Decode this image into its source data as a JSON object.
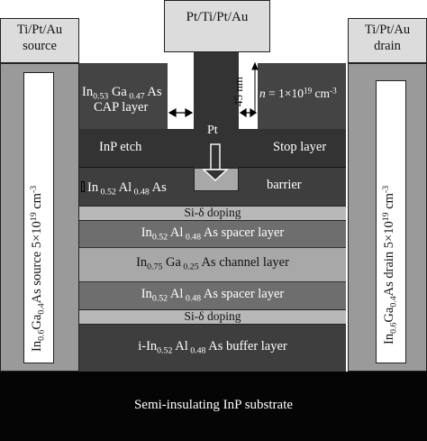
{
  "contacts": {
    "gate_label": "Pt/Ti/Pt/Au",
    "source_label_line1": "Ti/Pt/Au",
    "source_label_line2": "source",
    "drain_label_line1": "Ti/Pt/Au",
    "drain_label_line2": "drain"
  },
  "source_vertical": {
    "p1": "In",
    "s1": "0.6",
    "p2": "Ga",
    "s2": "0.4",
    "p3": "As source 5×10",
    "sup": "19",
    "p4": " cm",
    "sup2": "-3"
  },
  "drain_vertical": {
    "p1": "In",
    "s1": "0.6",
    "p2": "Ga",
    "s2": "0.4",
    "p3": "As drain 5×10",
    "sup": "19",
    "p4": " cm",
    "sup2": "-3"
  },
  "cap": {
    "p1": "In",
    "s1": "0.53",
    "p2": " Ga",
    "s2": " 0.47",
    "p3": " As",
    "line2": "CAP layer"
  },
  "doping_note": {
    "n": "n",
    "p1": " = 1×10",
    "sup": "19",
    "p2": " cm",
    "sup2": "-3"
  },
  "dimension": "45 nm",
  "pt_label": "Pt",
  "etch": {
    "left": "InP etch",
    "right": "Stop layer"
  },
  "barrier": {
    "p1": "In",
    "s1": " 0.52",
    "p2": " Al",
    "s2": " 0.48",
    "p3": " As",
    "right": "barrier"
  },
  "layers": {
    "doping_top": "Si-δ doping",
    "spacer_top": {
      "p1": "In",
      "s1": "0.52",
      "p2": " Al",
      "s2": " 0.48",
      "p3": " As spacer layer"
    },
    "channel": {
      "p1": "In",
      "s1": "0.75",
      "p2": " Ga",
      "s2": " 0.25",
      "p3": " As channel layer"
    },
    "spacer_bottom": {
      "p1": "In",
      "s1": "0.52",
      "p2": " Al",
      "s2": " 0.48",
      "p3": " As spacer layer"
    },
    "doping_bottom": "Si-δ doping",
    "buffer": {
      "p1": "i-In",
      "s1": "0.52",
      "p2": " Al",
      "s2": " 0.48",
      "p3": " As buffer layer"
    },
    "substrate": "Semi-insulating InP substrate"
  },
  "colors": {
    "dark": "#3c3c3c",
    "mid": "#8a8a8a",
    "light": "#b6b6b6",
    "contact": "#dcdcdc",
    "substrate": "#050505"
  }
}
